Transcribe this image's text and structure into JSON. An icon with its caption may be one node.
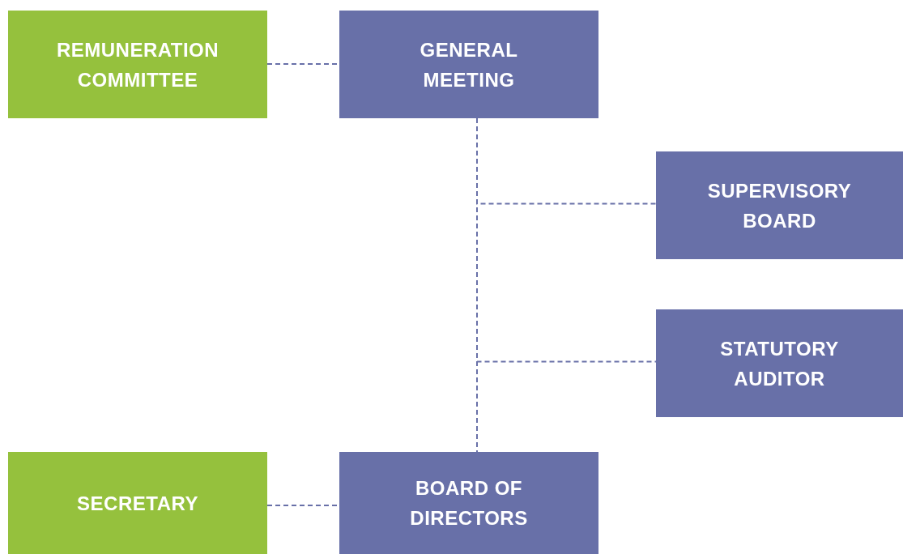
{
  "diagram": {
    "nodes": [
      {
        "text": [
          "REMUNERATION COMMITTEE"
        ]
      },
      {
        "text": [
          "GENERAL MEETING"
        ]
      },
      {
        "text": [
          "SUPERVISORY BOARD"
        ]
      },
      {
        "text": [
          "STATUTORY AUDITOR"
        ]
      },
      {
        "text": [
          "SECRETARY"
        ]
      },
      {
        "text": [
          "BOARD OF DIRECTORS"
        ]
      }
    ],
    "edges": [
      {
        "from": 0,
        "to": 1,
        "arrow": "none",
        "style": "dashed"
      },
      {
        "from": 1,
        "to": 2,
        "arrow": "none",
        "style": "dashed"
      },
      {
        "from": 1,
        "to": 3,
        "arrow": "none",
        "style": "dashed"
      },
      {
        "from": 1,
        "to": 5,
        "arrow": "none",
        "style": "dashed"
      },
      {
        "from": 4,
        "to": 5,
        "arrow": "none",
        "style": "dashed"
      }
    ]
  }
}
